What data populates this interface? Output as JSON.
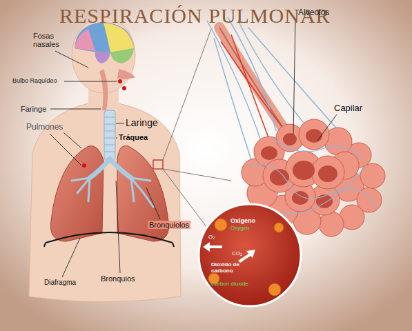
{
  "diagram": {
    "title": "RESPIRACIÓN PULMONAR",
    "labels": [
      "Fosas nasales",
      "Bulbo Raquídeo",
      "Faringe",
      "Laringe",
      "Tráquea",
      "Pulmones",
      "Bronquiolos",
      "Bronquios",
      "Diafragma",
      "Alveolos",
      "Capilar",
      "Oxigeno",
      "Oxygen",
      "O₂",
      "CO₂",
      "Dioxido de carbono",
      "Carbon dioxide"
    ]
  }
}
